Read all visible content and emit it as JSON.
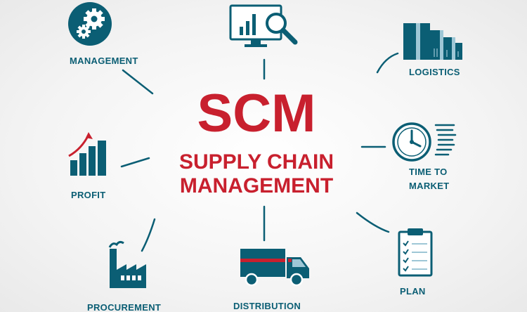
{
  "center": {
    "acronym": "SCM",
    "line1": "SUPPLY CHAIN",
    "line2": "MANAGEMENT"
  },
  "nodes": {
    "management": "MANAGEMENT",
    "logistics": "LOGISTICS",
    "profit": "PROFIT",
    "time_to_market_1": "TIME TO",
    "time_to_market_2": "MARKET",
    "procurement": "PROCUREMENT",
    "distribution": "DISTRIBUTION",
    "plan": "PLAN"
  },
  "colors": {
    "teal": "#0b5e74",
    "red": "#c8202e",
    "lightblue": "#9ec7d6"
  },
  "icons": [
    "gears-icon",
    "monitor-magnifier-icon",
    "bar-chart-icon",
    "growth-chart-icon",
    "clock-icon",
    "factory-icon",
    "truck-icon",
    "clipboard-icon"
  ]
}
